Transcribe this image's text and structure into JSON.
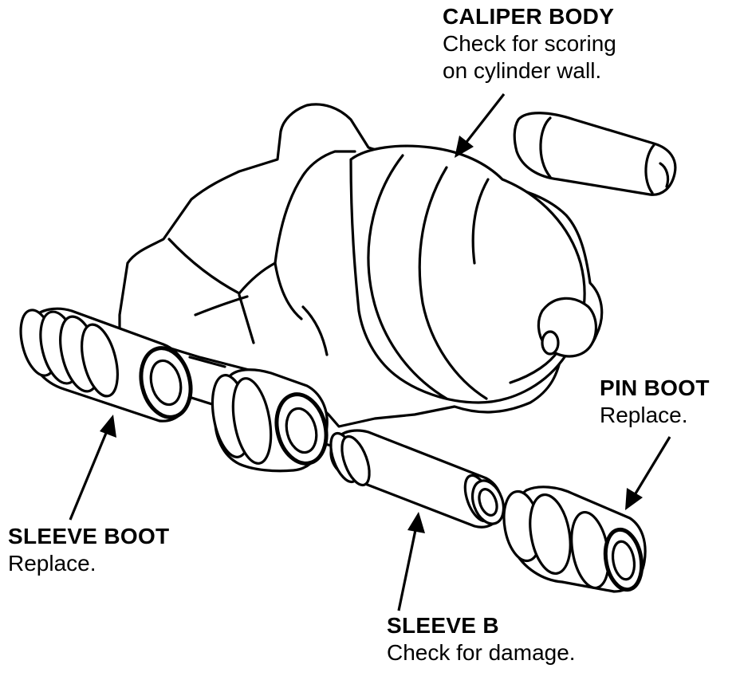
{
  "labels": {
    "caliper_body": {
      "title": "CALIPER BODY",
      "line1": "Check for scoring",
      "line2": "on cylinder wall."
    },
    "pin_boot": {
      "title": "PIN BOOT",
      "line1": "Replace."
    },
    "sleeve_boot": {
      "title": "SLEEVE BOOT",
      "line1": "Replace."
    },
    "sleeve_b": {
      "title": "SLEEVE B",
      "line1": "Check for damage."
    }
  }
}
